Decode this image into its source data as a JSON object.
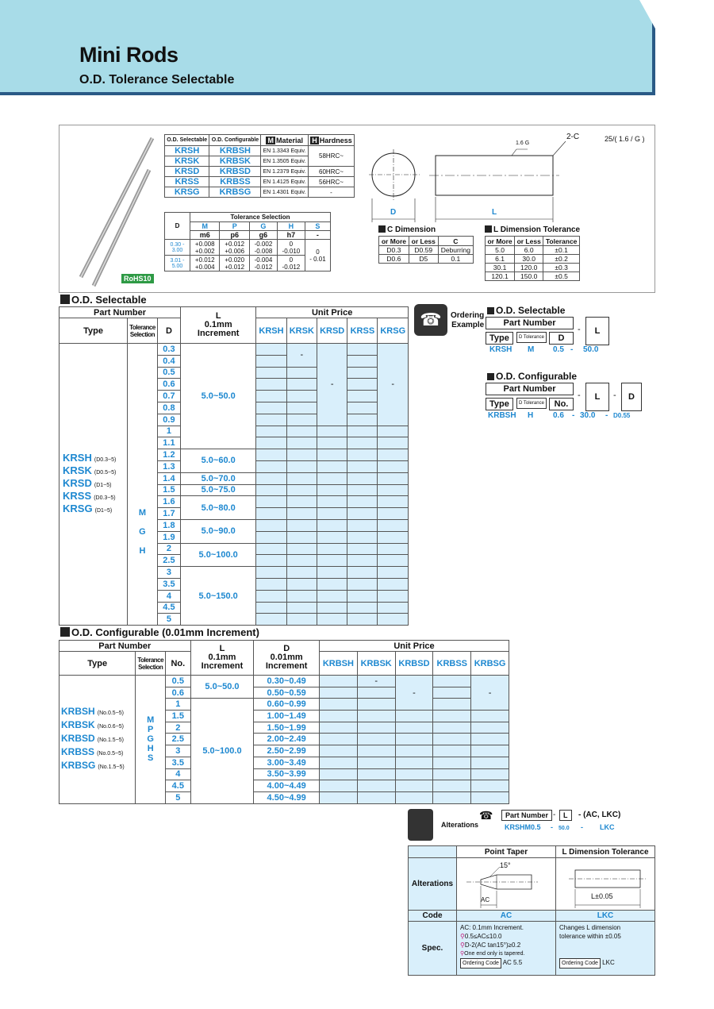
{
  "header": {
    "title": "Mini Rods",
    "subtitle": "O.D. Tolerance Selectable"
  },
  "material_table": {
    "headers": [
      "O.D. Selectable",
      "O.D. Configurable",
      "Material",
      "Hardness"
    ],
    "badge_m": "M",
    "badge_h": "H",
    "rows": [
      {
        "sel": "KRSH",
        "conf": "KRBSH",
        "mat": "EN 1.3343 Equiv."
      },
      {
        "sel": "KRSK",
        "conf": "KRBSK",
        "mat": "EN 1.3505 Equiv."
      },
      {
        "sel": "KRSD",
        "conf": "KRBSD",
        "mat": "EN 1.2379 Equiv."
      },
      {
        "sel": "KRSS",
        "conf": "KRBSS",
        "mat": "EN 1.4125 Equiv."
      },
      {
        "sel": "KRSG",
        "conf": "KRBSG",
        "mat": "EN 1.4301 Equiv."
      }
    ],
    "hardness": [
      "58HRC~",
      "60HRC~",
      "56HRC~",
      "-"
    ]
  },
  "tol_sel": {
    "title": "Tolerance Selection",
    "d": "D",
    "codes": [
      "M",
      "P",
      "G",
      "H",
      "S"
    ],
    "grades": [
      "m6",
      "p6",
      "g6",
      "h7",
      "-"
    ],
    "r1": {
      "range": "0.30 - 3.00",
      "m": "+0.008\n+0.002",
      "p": "+0.012\n+0.006",
      "g": "-0.002\n-0.008",
      "h": "0\n-0.010"
    },
    "r2": {
      "range": "3.01 - 5.00",
      "m": "+0.012\n+0.004",
      "p": "+0.020\n+0.012",
      "g": "-0.004\n-0.012",
      "h": "0\n-0.012"
    },
    "s": "0\n- 0.01"
  },
  "rohs": "RoHS10",
  "drawing": {
    "chamfer": "2-C",
    "d": "D",
    "l": "L",
    "r1": "1.6",
    "r2": "G",
    "rough": "25/( 1.6 / G )"
  },
  "c_dim": {
    "title": "C Dimension",
    "h": [
      "or More",
      "or Less",
      "C"
    ],
    "rows": [
      [
        "D0.3",
        "D0.59",
        "Deburring"
      ],
      [
        "D0.6",
        "D5",
        "0.1"
      ]
    ]
  },
  "l_tol": {
    "title": "L Dimension Tolerance",
    "h": [
      "or More",
      "or Less",
      "Tolerance"
    ],
    "rows": [
      [
        "5.0",
        "6.0",
        "±0.1"
      ],
      [
        "6.1",
        "30.0",
        "±0.2"
      ],
      [
        "30.1",
        "120.0",
        "±0.3"
      ],
      [
        "120.1",
        "150.0",
        "±0.5"
      ]
    ]
  },
  "sel_section": {
    "title": "O.D. Selectable",
    "h_pn": "Part Number",
    "h_type": "Type",
    "h_tol": "Tolerance\nSelection",
    "h_d": "D",
    "h_l": "L\n0.1mm\nIncrement",
    "h_up": "Unit Price",
    "cols": [
      "KRSH",
      "KRSK",
      "KRSD",
      "KRSS",
      "KRSG"
    ],
    "types": [
      {
        "n": "KRSH",
        "r": "(D0.3~5)"
      },
      {
        "n": "KRSK",
        "r": "(D0.5~5)"
      },
      {
        "n": "KRSD",
        "r": "(D1~5)"
      },
      {
        "n": "KRSS",
        "r": "(D0.3~5)"
      },
      {
        "n": "KRSG",
        "r": "(D1~5)"
      }
    ],
    "tols": [
      "M",
      "G",
      "H"
    ],
    "d": [
      "0.3",
      "0.4",
      "0.5",
      "0.6",
      "0.7",
      "0.8",
      "0.9",
      "1",
      "1.1",
      "1.2",
      "1.3",
      "1.4",
      "1.5",
      "1.6",
      "1.7",
      "1.8",
      "1.9",
      "2",
      "2.5",
      "3",
      "3.5",
      "4",
      "4.5",
      "5"
    ],
    "l": [
      {
        "t": "5.0~50.0",
        "s": 0,
        "n": 9
      },
      {
        "t": "5.0~60.0",
        "s": 9,
        "n": 2
      },
      {
        "t": "5.0~70.0",
        "s": 11,
        "n": 1
      },
      {
        "t": "5.0~75.0",
        "s": 12,
        "n": 1
      },
      {
        "t": "5.0~80.0",
        "s": 13,
        "n": 2
      },
      {
        "t": "5.0~90.0",
        "s": 15,
        "n": 2
      },
      {
        "t": "5.0~100.0",
        "s": 17,
        "n": 2
      },
      {
        "t": "5.0~150.0",
        "s": 19,
        "n": 5
      }
    ],
    "dash": "-"
  },
  "conf_section": {
    "title": "O.D. Configurable (0.01mm Increment)",
    "h_pn": "Part Number",
    "h_type": "Type",
    "h_tol": "Tolerance\nSelection",
    "h_no": "No.",
    "h_l": "L\n0.1mm\nIncrement",
    "h_d": "D\n0.01mm\nIncrement",
    "h_up": "Unit Price",
    "cols": [
      "KRBSH",
      "KRBSK",
      "KRBSD",
      "KRBSS",
      "KRBSG"
    ],
    "types": [
      {
        "n": "KRBSH",
        "r": "(No.0.5~5)"
      },
      {
        "n": "KRBSK",
        "r": "(No.0.6~5)"
      },
      {
        "n": "KRBSD",
        "r": "(No.1.5~5)"
      },
      {
        "n": "KRBSS",
        "r": "(No.0.5~5)"
      },
      {
        "n": "KRBSG",
        "r": "(No.1.5~5)"
      }
    ],
    "tols": [
      "M",
      "P",
      "G",
      "H",
      "S"
    ],
    "no": [
      "0.5",
      "0.6",
      "1",
      "1.5",
      "2",
      "2.5",
      "3",
      "3.5",
      "4",
      "4.5",
      "5"
    ],
    "dr": [
      "0.30~0.49",
      "0.50~0.59",
      "0.60~0.99",
      "1.00~1.49",
      "1.50~1.99",
      "2.00~2.49",
      "2.50~2.99",
      "3.00~3.49",
      "3.50~3.99",
      "4.00~4.49",
      "4.50~4.99"
    ],
    "l1": "5.0~50.0",
    "l2": "5.0~100.0",
    "dash": "-"
  },
  "ordering": {
    "label": "Ordering\nExample",
    "sel_title": "O.D. Selectable",
    "conf_title": "O.D. Configurable",
    "pn": "Part Number",
    "type": "Type",
    "dtol": "D Tolerance",
    "d": "D",
    "l": "L",
    "no": "No.",
    "ex1": [
      "KRSH",
      "M",
      "0.5",
      "-",
      "50.0"
    ],
    "ex2": [
      "KRBSH",
      "H",
      "0.6",
      "-",
      "30.0",
      "-",
      "D0.55"
    ]
  },
  "alterations": {
    "label": "Alterations",
    "pn": "Part Number",
    "l": "L",
    "opts": "(AC, LKC)",
    "ex": [
      "KRSHM0.5",
      "-",
      "50.0",
      "-",
      "LKC"
    ],
    "h1": "Point Taper",
    "h2": "L Dimension Tolerance",
    "row_alt": "Alterations",
    "row_code": "Code",
    "row_spec": "Spec.",
    "angle": "15°",
    "ac": "AC",
    "ltol": "L±0.05",
    "code1": "AC",
    "code2": "LKC",
    "spec1": [
      "AC: 0.1mm Increment.",
      "0.5≤AC≤10.0",
      "D-2(AC tan15°)≥0.2",
      "One end only is tapered."
    ],
    "spec2": "Changes L dimension\ntolerance within ±0.05",
    "oc": "Ordering Code",
    "oc1": "AC 5.5",
    "oc2": "LKC"
  }
}
